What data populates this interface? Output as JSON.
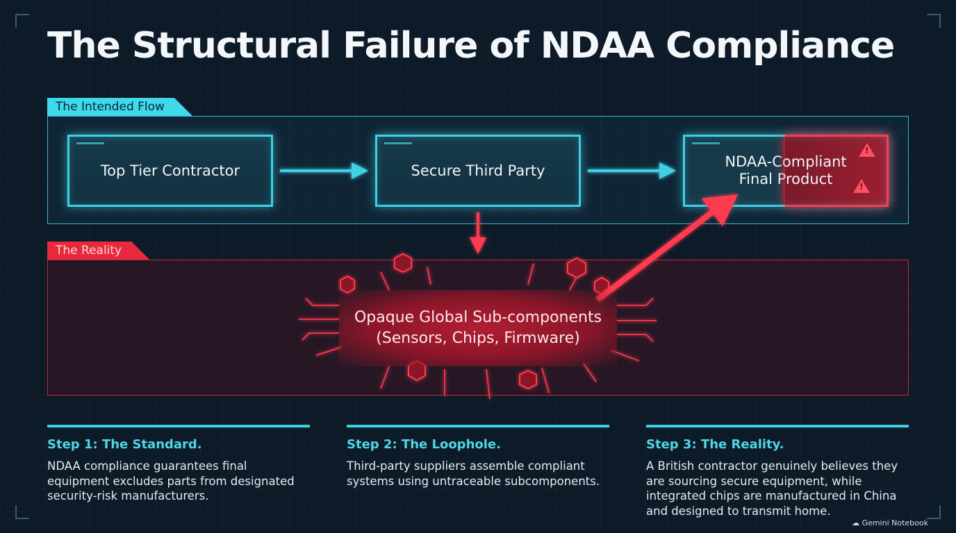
{
  "title": "The Structural Failure of NDAA Compliance",
  "intended_flow": {
    "label": "The Intended Flow",
    "nodes": [
      "Top Tier Contractor",
      "Secure Third Party",
      "NDAA-Compliant Final Product"
    ]
  },
  "reality": {
    "label": "The Reality",
    "node": "Opaque Global Sub-components (Sensors, Chips, Firmware)"
  },
  "steps": [
    {
      "heading": "Step 1: The Standard.",
      "body": "NDAA compliance guarantees final equipment excludes parts from designated security-risk manufacturers."
    },
    {
      "heading": "Step 2: The Loophole.",
      "body": "Third-party suppliers assemble compliant systems using untraceable subcomponents."
    },
    {
      "heading": "Step 3: The Reality.",
      "body": "A British contractor genuinely believes they are sourcing secure equipment, while integrated chips are manufactured in China and designed to transmit home."
    }
  ],
  "watermark": "Gemini Notebook",
  "colors": {
    "cyan": "#3fd0e4",
    "red": "#e8283c",
    "background": "#0d1a27"
  }
}
